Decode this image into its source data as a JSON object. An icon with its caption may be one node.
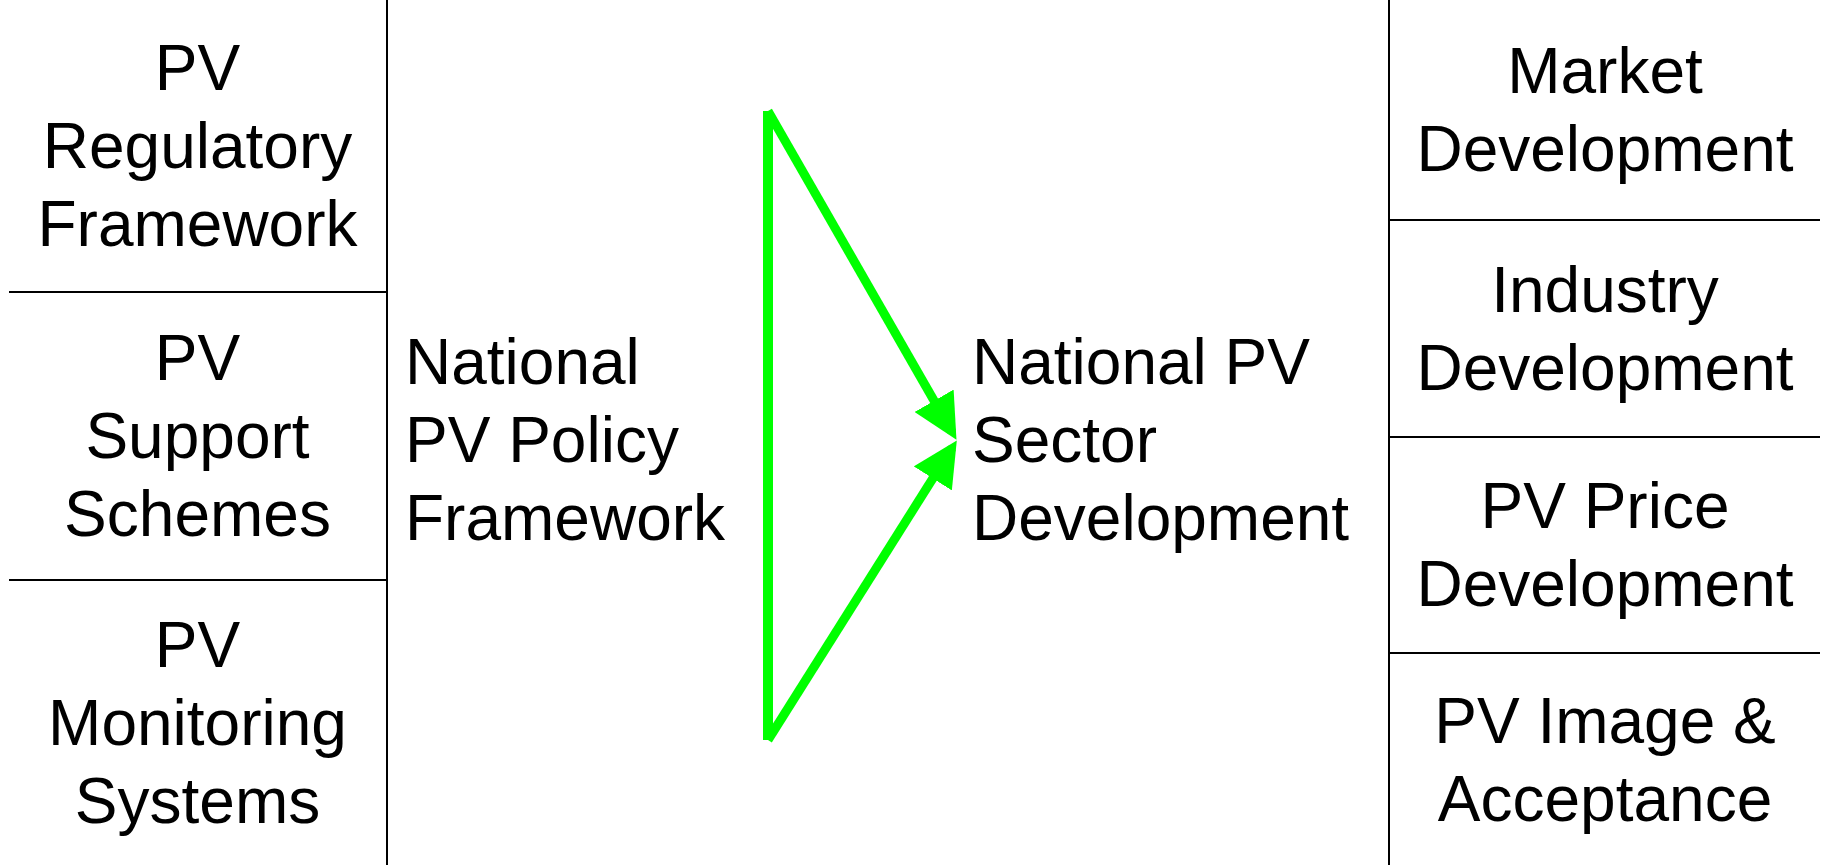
{
  "diagram": {
    "nodes": [
      {
        "text": [
          "PV Regulatory Framework"
        ]
      },
      {
        "text": [
          "PV Support Schemes"
        ]
      },
      {
        "text": [
          "PV Monitoring Systems"
        ]
      },
      {
        "text": [
          "National PV Policy Framework"
        ]
      },
      {
        "text": [],
        "shape": "bar"
      },
      {
        "text": [
          "National PV Sector Development"
        ]
      },
      {
        "text": [
          "Market Development"
        ]
      },
      {
        "text": [
          "Industry Development"
        ]
      },
      {
        "text": [
          "PV Price Development"
        ]
      },
      {
        "text": [
          "PV Image & Acceptance"
        ]
      }
    ],
    "edges": [
      {
        "from": 4,
        "to": 5,
        "arrow": "to",
        "color": "#00ff00"
      },
      {
        "from": 4,
        "to": 5,
        "arrow": "to",
        "color": "#00ff00"
      }
    ]
  }
}
